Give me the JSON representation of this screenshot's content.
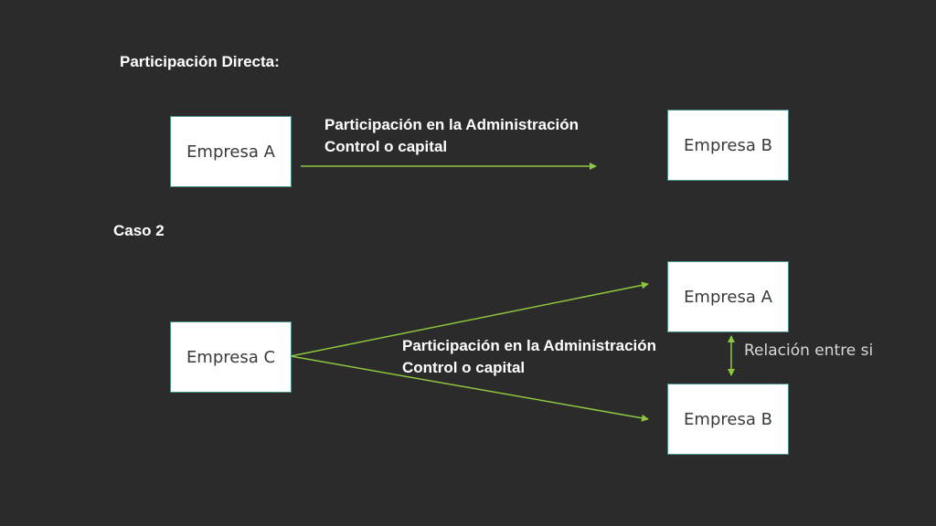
{
  "section1": {
    "title": "Participación Directa:",
    "box_left": "Empresa A",
    "box_right": "Empresa B",
    "arrow_label": [
      "Participación en la Administración",
      "Control o capital"
    ]
  },
  "section2": {
    "title": "Caso 2",
    "box_source": "Empresa C",
    "box_top": "Empresa A",
    "box_bottom": "Empresa B",
    "arrow_label": [
      "Participación en la Administración",
      "Control o capital"
    ],
    "relation_label": "Relación entre si"
  },
  "colors": {
    "background": "#2b2b2b",
    "arrow": "#8dc63f",
    "box_border": "#4a8f86"
  }
}
